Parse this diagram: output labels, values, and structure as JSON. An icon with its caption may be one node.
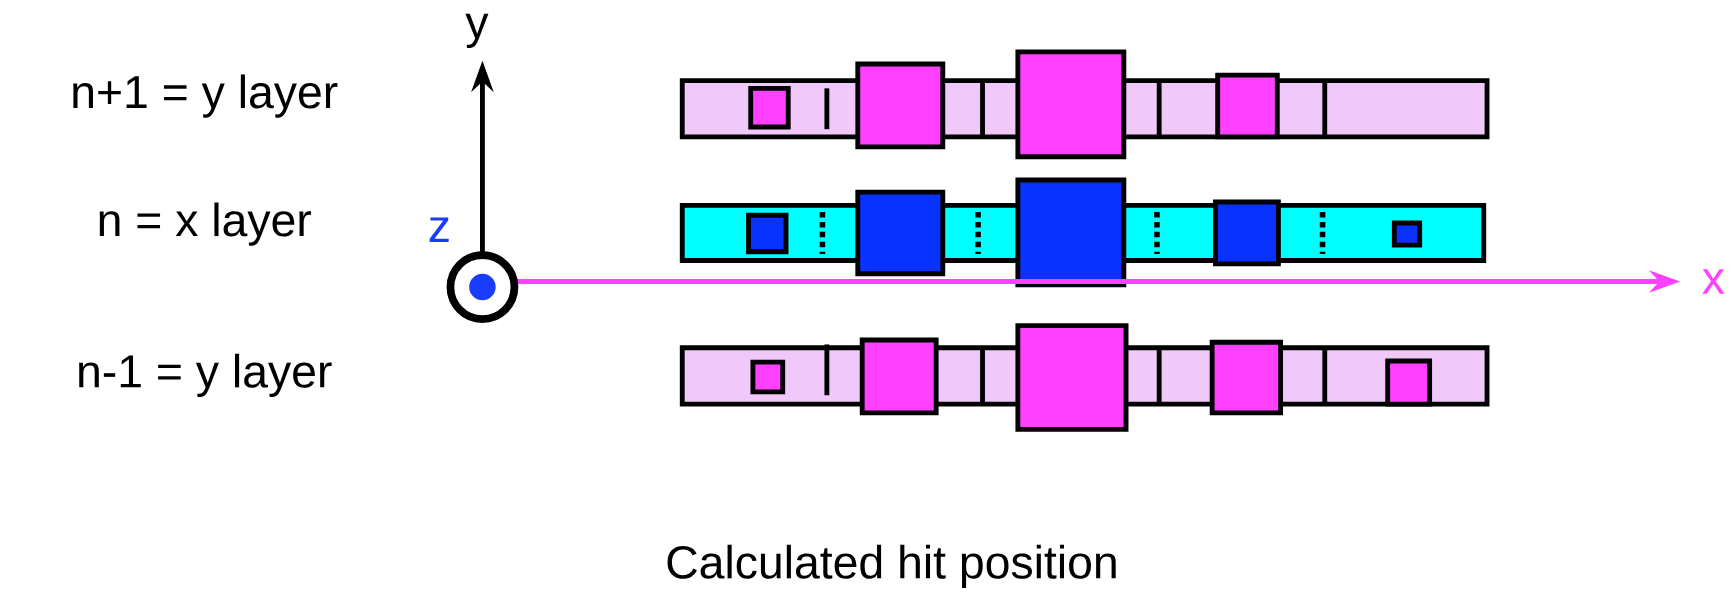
{
  "diagram": {
    "caption": "Calculated hit position",
    "labels": [
      "y",
      "n+1 = y layer",
      "n = x layer",
      "z",
      "x",
      "n-1 = y layer"
    ]
  }
}
